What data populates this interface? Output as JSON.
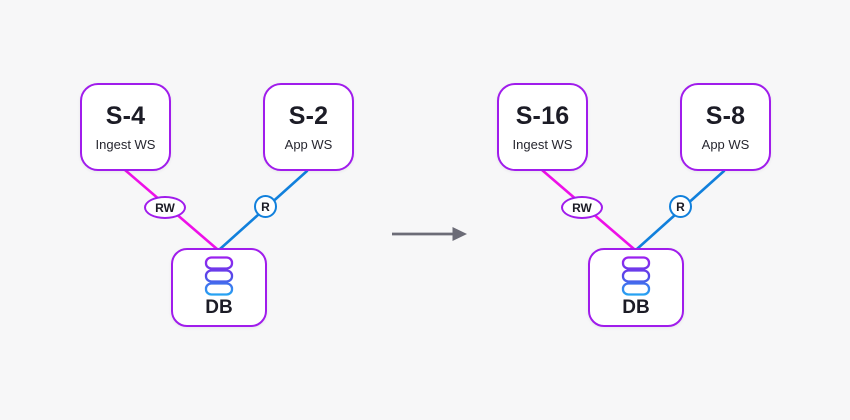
{
  "diagram": {
    "before": {
      "ingest": {
        "title": "S-4",
        "subtitle": "Ingest WS"
      },
      "app": {
        "title": "S-2",
        "subtitle": "App WS"
      },
      "db": {
        "label": "DB"
      },
      "write_edge_label": "RW",
      "read_edge_label": "R"
    },
    "after": {
      "ingest": {
        "title": "S-16",
        "subtitle": "Ingest WS"
      },
      "app": {
        "title": "S-8",
        "subtitle": "App WS"
      },
      "db": {
        "label": "DB"
      },
      "write_edge_label": "RW",
      "read_edge_label": "R"
    },
    "colors": {
      "node_border": "#A01CEC",
      "write_edge": "#EE10E8",
      "read_edge": "#1180DC",
      "arrow": "#6C6C77",
      "background": "#F7F7F8",
      "text": "#1C1C26",
      "db_icon_top": "#A01EF0",
      "db_icon_middle": "#5548E8",
      "db_icon_bottom": "#23A9F3"
    },
    "icons": {
      "db_icon": "database-cylinder",
      "transition_icon": "right-arrow"
    }
  }
}
